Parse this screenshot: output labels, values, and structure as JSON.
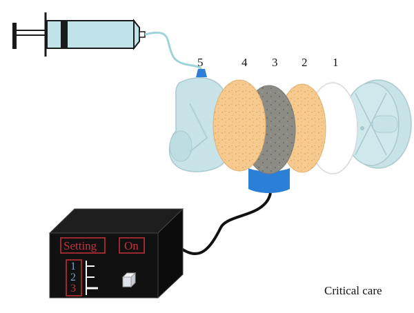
{
  "layer_labels": [
    "5",
    "4",
    "3",
    "2",
    "1"
  ],
  "device": {
    "setting_label": "Setting",
    "on_label": "On",
    "levels": [
      "1",
      "2",
      "3"
    ]
  },
  "caption": "Critical care",
  "colors": {
    "syringe_fill": "#bfe3e8",
    "syringe_outline": "#1a1a1a",
    "tube": "#9fd3dc",
    "housing": "#c7e3e7",
    "sponge": "#f6c98e",
    "membrane": "#8c8c85",
    "mount": "#2b7fd6",
    "box": "#111111",
    "panel_text": "#c8333a"
  }
}
